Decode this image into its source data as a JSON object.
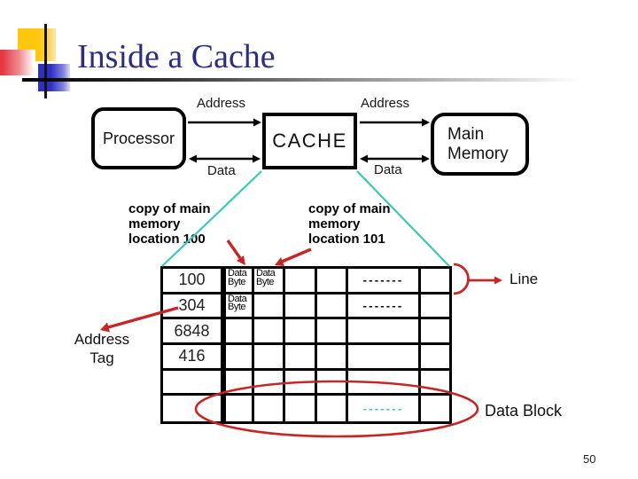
{
  "slide": {
    "title": "Inside a Cache",
    "page_number": "50"
  },
  "boxes": {
    "processor": "Processor",
    "cache": "CACHE",
    "main_memory_line1": "Main",
    "main_memory_line2": "Memory"
  },
  "bus_labels": {
    "address_left": "Address",
    "address_right": "Address",
    "data_left": "Data",
    "data_right": "Data"
  },
  "annotations": {
    "copy_left_line1": "copy of main",
    "copy_left_line2": "memory",
    "copy_left_line3": "location 100",
    "copy_right_line1": "copy of main",
    "copy_right_line2": "memory",
    "copy_right_line3": "location 101",
    "address_tag_line1": "Address",
    "address_tag_line2": "Tag",
    "line_label": "Line",
    "data_block_label": "Data Block"
  },
  "cache_table": {
    "address_tags": [
      "100",
      "304",
      "6848",
      "416",
      "",
      ""
    ],
    "num_rows": 6,
    "num_data_columns": 6,
    "data_byte_line1": "Data",
    "data_byte_line2": "Byte",
    "dash_text": "-------",
    "grid_cells": [
      {
        "r": 0,
        "c": 0,
        "type": "databyte"
      },
      {
        "r": 0,
        "c": 1,
        "type": "databyte"
      },
      {
        "r": 1,
        "c": 0,
        "type": "databyte"
      },
      {
        "r": 0,
        "c": 4,
        "type": "dash-black"
      },
      {
        "r": 1,
        "c": 4,
        "type": "dash-black"
      },
      {
        "r": 5,
        "c": 4,
        "type": "dash-teal"
      }
    ]
  },
  "colors": {
    "title_blue": "#2d2d7e",
    "annotation_red": "#c52727",
    "teal": "#3fc8ae",
    "deco_yellow": "#ffc70d",
    "deco_blue": "#2f2fc4",
    "deco_pink": "#e43540"
  }
}
